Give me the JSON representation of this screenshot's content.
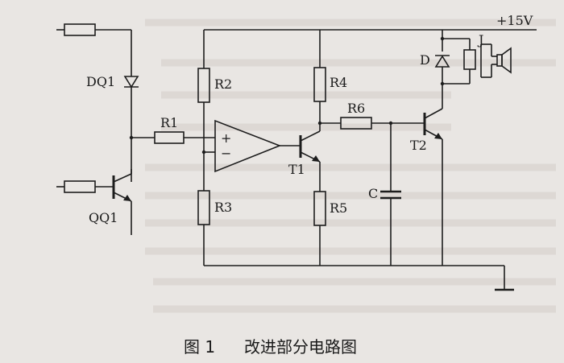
{
  "labels": {
    "supply": "+15V",
    "dq1": "DQ1",
    "qq1": "QQ1",
    "r1": "R1",
    "r2": "R2",
    "r3": "R3",
    "r4": "R4",
    "r5": "R5",
    "r6": "R6",
    "t1": "T1",
    "t2": "T2",
    "c": "C",
    "d": "D",
    "j": "J",
    "plus": "+",
    "minus": "−"
  },
  "caption": {
    "figure_number": "图 1",
    "title": "改进部分电路图"
  }
}
